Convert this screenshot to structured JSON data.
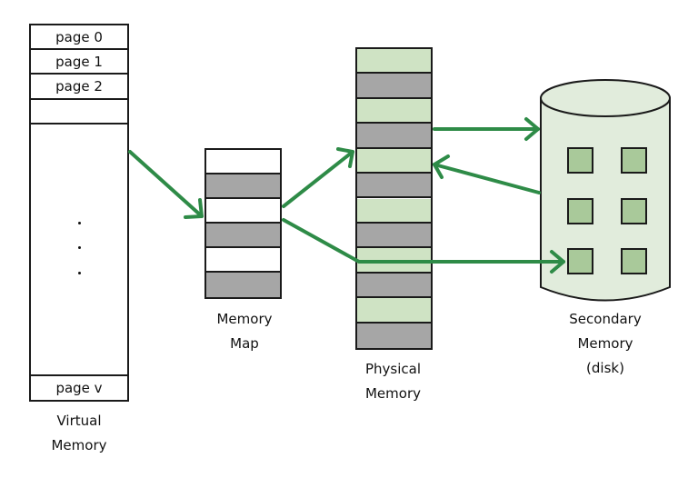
{
  "colors": {
    "arrow": "#2e8b47",
    "frame_green": "#cfe3c4",
    "frame_gray": "#a6a6a6",
    "disk_body": "#e1ecdc",
    "disk_block": "#a9c99a",
    "outline": "#1a1a1a"
  },
  "virtual_memory": {
    "pages": [
      "page 0",
      "page 1",
      "page 2",
      ""
    ],
    "ellipsis": "...",
    "last_page": "page v",
    "label_line1": "Virtual",
    "label_line2": "Memory"
  },
  "memory_map": {
    "entries": [
      "white",
      "gray",
      "white",
      "gray",
      "white",
      "gray"
    ],
    "label_line1": "Memory",
    "label_line2": "Map"
  },
  "physical_memory": {
    "frames": [
      "green",
      "gray",
      "green",
      "gray",
      "green",
      "gray",
      "green",
      "gray",
      "green",
      "gray",
      "green",
      "gray"
    ],
    "label_line1": "Physical",
    "label_line2": "Memory"
  },
  "secondary_memory": {
    "blocks": 6,
    "label_line1": "Secondary",
    "label_line2": "Memory",
    "label_line3": "(disk)"
  },
  "arrows": [
    {
      "from": "virtual-memory",
      "to": "memory-map-entry-3"
    },
    {
      "from": "memory-map-entry-3",
      "to": "physical-frame-5"
    },
    {
      "from": "memory-map-entry-4",
      "to": "secondary-block-5"
    },
    {
      "from": "physical-frame-4",
      "to": "secondary-memory"
    },
    {
      "from": "secondary-memory",
      "to": "physical-frame-5"
    }
  ]
}
